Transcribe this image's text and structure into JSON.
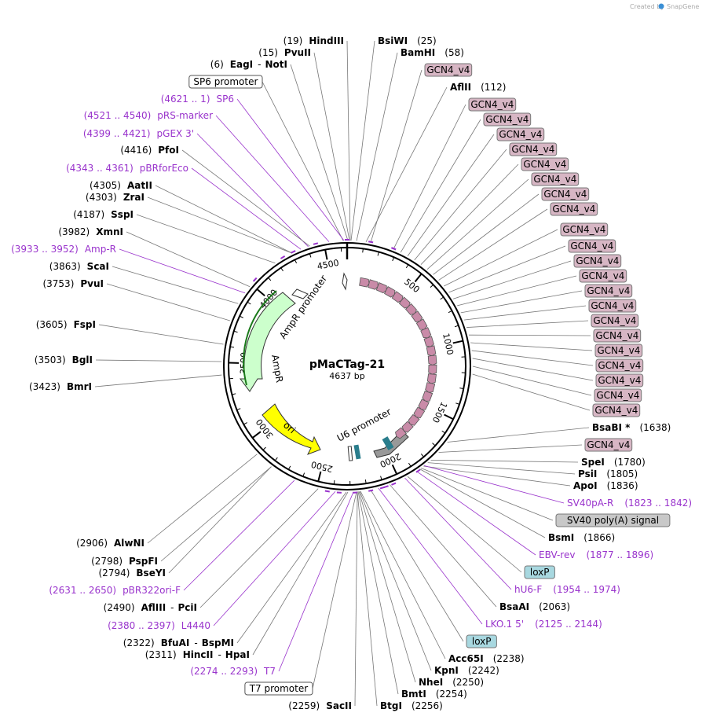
{
  "credit": "Created by",
  "brand": "SnapGene",
  "plasmid": {
    "name": "pMaCTag-21",
    "size": "4637 bp"
  },
  "ticks": [
    "500",
    "1000",
    "1500",
    "2000",
    "2500",
    "3000",
    "3500",
    "4000",
    "4500"
  ],
  "inner_features": {
    "ampr_promoter": "AmpR promoter",
    "ampr": "AmpR",
    "ori": "ori",
    "u6_promoter": "U6 promoter"
  },
  "colors": {
    "gcn4": "#d7b6c4",
    "gcn4_arrow": "#c98ba8",
    "loxp": "#a8d8e0",
    "sv40": "#c8c8c8",
    "primer": "#9933cc",
    "ampr": "#ccffcc",
    "ori": "#ffff00"
  },
  "labels_left": [
    {
      "t": "enz",
      "pos": "(19)",
      "name": "HindIII"
    },
    {
      "t": "enz",
      "pos": "(15)",
      "name": "PvuII"
    },
    {
      "t": "enz2",
      "pos": "(6)",
      "name": "EagI",
      "sep": "-",
      "name2": "NotI"
    },
    {
      "t": "box",
      "name": "SP6 promoter"
    },
    {
      "t": "primer",
      "pos": "(4621 .. 1)",
      "name": "SP6"
    },
    {
      "t": "primer",
      "pos": "(4521 .. 4540)",
      "name": "pRS-marker"
    },
    {
      "t": "primer",
      "pos": "(4399 .. 4421)",
      "name": "pGEX 3'"
    },
    {
      "t": "enz",
      "pos": "(4416)",
      "name": "PfoI"
    },
    {
      "t": "primer",
      "pos": "(4343 .. 4361)",
      "name": "pBRforEco"
    },
    {
      "t": "enz",
      "pos": "(4305)",
      "name": "AatII"
    },
    {
      "t": "enz",
      "pos": "(4303)",
      "name": "ZraI"
    },
    {
      "t": "enz",
      "pos": "(4187)",
      "name": "SspI"
    },
    {
      "t": "enz",
      "pos": "(3982)",
      "name": "XmnI"
    },
    {
      "t": "primer",
      "pos": "(3933 .. 3952)",
      "name": "Amp-R"
    },
    {
      "t": "enz",
      "pos": "(3863)",
      "name": "ScaI"
    },
    {
      "t": "enz",
      "pos": "(3753)",
      "name": "PvuI"
    },
    {
      "t": "enz",
      "pos": "(3605)",
      "name": "FspI"
    },
    {
      "t": "enz",
      "pos": "(3503)",
      "name": "BglI"
    },
    {
      "t": "enz",
      "pos": "(3423)",
      "name": "BmrI"
    },
    {
      "t": "enz",
      "pos": "(2906)",
      "name": "AlwNI"
    },
    {
      "t": "enz",
      "pos": "(2798)",
      "name": "PspFI"
    },
    {
      "t": "enz",
      "pos": "(2794)",
      "name": "BseYI"
    },
    {
      "t": "primer",
      "pos": "(2631 .. 2650)",
      "name": "pBR322ori-F"
    },
    {
      "t": "enz2",
      "pos": "(2490)",
      "name": "AflIII",
      "sep": "-",
      "name2": "PciI"
    },
    {
      "t": "primer",
      "pos": "(2380 .. 2397)",
      "name": "L4440"
    },
    {
      "t": "enz2",
      "pos": "(2322)",
      "name": "BfuAI",
      "sep": "-",
      "name2": "BspMI"
    },
    {
      "t": "enz2",
      "pos": "(2311)",
      "name": "HincII",
      "sep": "-",
      "name2": "HpaI"
    },
    {
      "t": "primer",
      "pos": "(2274 .. 2293)",
      "name": "T7"
    },
    {
      "t": "box",
      "name": "T7 promoter"
    },
    {
      "t": "enz",
      "pos": "(2259)",
      "name": "SacII"
    }
  ],
  "labels_right": [
    {
      "t": "enz",
      "pos": "(25)",
      "name": "BsiWI"
    },
    {
      "t": "enz",
      "pos": "(58)",
      "name": "BamHI"
    },
    {
      "t": "gcn",
      "name": "GCN4_v4"
    },
    {
      "t": "enz",
      "pos": "(112)",
      "name": "AflII"
    },
    {
      "t": "gcn",
      "name": "GCN4_v4"
    },
    {
      "t": "gcn",
      "name": "GCN4_v4"
    },
    {
      "t": "gcn",
      "name": "GCN4_v4"
    },
    {
      "t": "gcn",
      "name": "GCN4_v4"
    },
    {
      "t": "gcn",
      "name": "GCN4_v4"
    },
    {
      "t": "gcn",
      "name": "GCN4_v4"
    },
    {
      "t": "gcn",
      "name": "GCN4_v4"
    },
    {
      "t": "gcn",
      "name": "GCN4_v4"
    },
    {
      "t": "gcn",
      "name": "GCN4_v4"
    },
    {
      "t": "gcn",
      "name": "GCN4_v4"
    },
    {
      "t": "gcn",
      "name": "GCN4_v4"
    },
    {
      "t": "gcn",
      "name": "GCN4_v4"
    },
    {
      "t": "gcn",
      "name": "GCN4_v4"
    },
    {
      "t": "gcn",
      "name": "GCN4_v4"
    },
    {
      "t": "gcn",
      "name": "GCN4_v4"
    },
    {
      "t": "gcn",
      "name": "GCN4_v4"
    },
    {
      "t": "gcn",
      "name": "GCN4_v4"
    },
    {
      "t": "gcn",
      "name": "GCN4_v4"
    },
    {
      "t": "gcn",
      "name": "GCN4_v4"
    },
    {
      "t": "gcn",
      "name": "GCN4_v4"
    },
    {
      "t": "gcn",
      "name": "GCN4_v4"
    },
    {
      "t": "enz",
      "pos": "(1638)",
      "name": "BsaBI *"
    },
    {
      "t": "gcn",
      "name": "GCN4_v4"
    },
    {
      "t": "enz",
      "pos": "(1780)",
      "name": "SpeI"
    },
    {
      "t": "enz",
      "pos": "(1805)",
      "name": "PsiI"
    },
    {
      "t": "enz",
      "pos": "(1836)",
      "name": "ApoI"
    },
    {
      "t": "primer",
      "pos": "(1823 .. 1842)",
      "name": "SV40pA-R"
    },
    {
      "t": "sv40",
      "name": "SV40 poly(A) signal"
    },
    {
      "t": "enz",
      "pos": "(1866)",
      "name": "BsmI"
    },
    {
      "t": "primer",
      "pos": "(1877 .. 1896)",
      "name": "EBV-rev"
    },
    {
      "t": "lox",
      "name": "loxP"
    },
    {
      "t": "primer",
      "pos": "(1954 .. 1974)",
      "name": "hU6-F"
    },
    {
      "t": "enz",
      "pos": "(2063)",
      "name": "BsaAI"
    },
    {
      "t": "primer",
      "pos": "(2125 .. 2144)",
      "name": "LKO.1 5'"
    },
    {
      "t": "lox",
      "name": "loxP"
    },
    {
      "t": "enz",
      "pos": "(2238)",
      "name": "Acc65I"
    },
    {
      "t": "enz",
      "pos": "(2242)",
      "name": "KpnI"
    },
    {
      "t": "enz",
      "pos": "(2250)",
      "name": "NheI"
    },
    {
      "t": "enz",
      "pos": "(2254)",
      "name": "BmtI"
    },
    {
      "t": "enz",
      "pos": "(2256)",
      "name": "BtgI"
    }
  ]
}
